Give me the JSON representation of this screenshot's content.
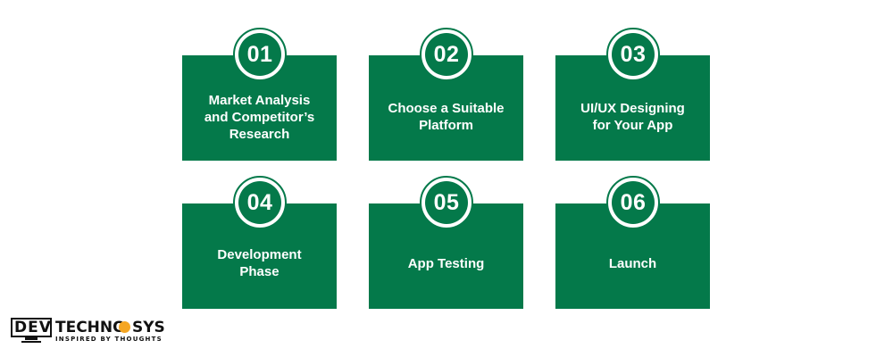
{
  "steps": [
    {
      "number": "01",
      "label": "Market Analysis\nand Competitor’s\nResearch"
    },
    {
      "number": "02",
      "label": "Choose a Suitable\nPlatform"
    },
    {
      "number": "03",
      "label": "UI/UX Designing\nfor Your App"
    },
    {
      "number": "04",
      "label": "Development\nPhase"
    },
    {
      "number": "05",
      "label": "App Testing"
    },
    {
      "number": "06",
      "label": "Launch"
    }
  ],
  "logo": {
    "dev": "DEV",
    "techno": "TECHNO",
    "sys": "SYS",
    "tagline": "INSPIRED BY THOUGHTS"
  },
  "colors": {
    "card": "#04794a",
    "text": "#ffffff",
    "logo_accent": "#f5a623"
  }
}
